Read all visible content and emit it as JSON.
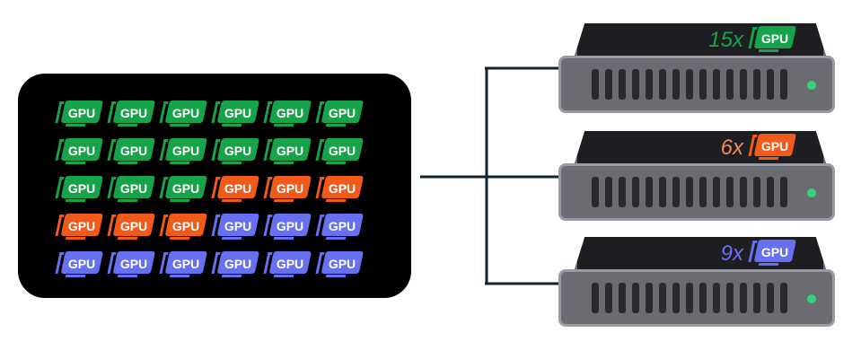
{
  "colors": {
    "green": "#16a34a",
    "orange": "#f25a1a",
    "blue": "#6670f0",
    "pool_bg": "#000000",
    "connector": "#0f2430"
  },
  "gpu_label": "GPU",
  "gpu_grid": [
    [
      "green",
      "green",
      "green",
      "green",
      "green",
      "green"
    ],
    [
      "green",
      "green",
      "green",
      "green",
      "green",
      "green"
    ],
    [
      "green",
      "green",
      "green",
      "orange",
      "orange",
      "orange"
    ],
    [
      "orange",
      "orange",
      "orange",
      "blue",
      "blue",
      "blue"
    ],
    [
      "blue",
      "blue",
      "blue",
      "blue",
      "blue",
      "blue"
    ]
  ],
  "servers": [
    {
      "count": "15x",
      "color": "green",
      "count_color": "#16a34a",
      "gpu_label": "GPU"
    },
    {
      "count": "6x",
      "color": "orange",
      "count_color": "#f08a5a",
      "gpu_label": "GPU"
    },
    {
      "count": "9x",
      "color": "blue",
      "count_color": "#6670f0",
      "gpu_label": "GPU"
    }
  ]
}
